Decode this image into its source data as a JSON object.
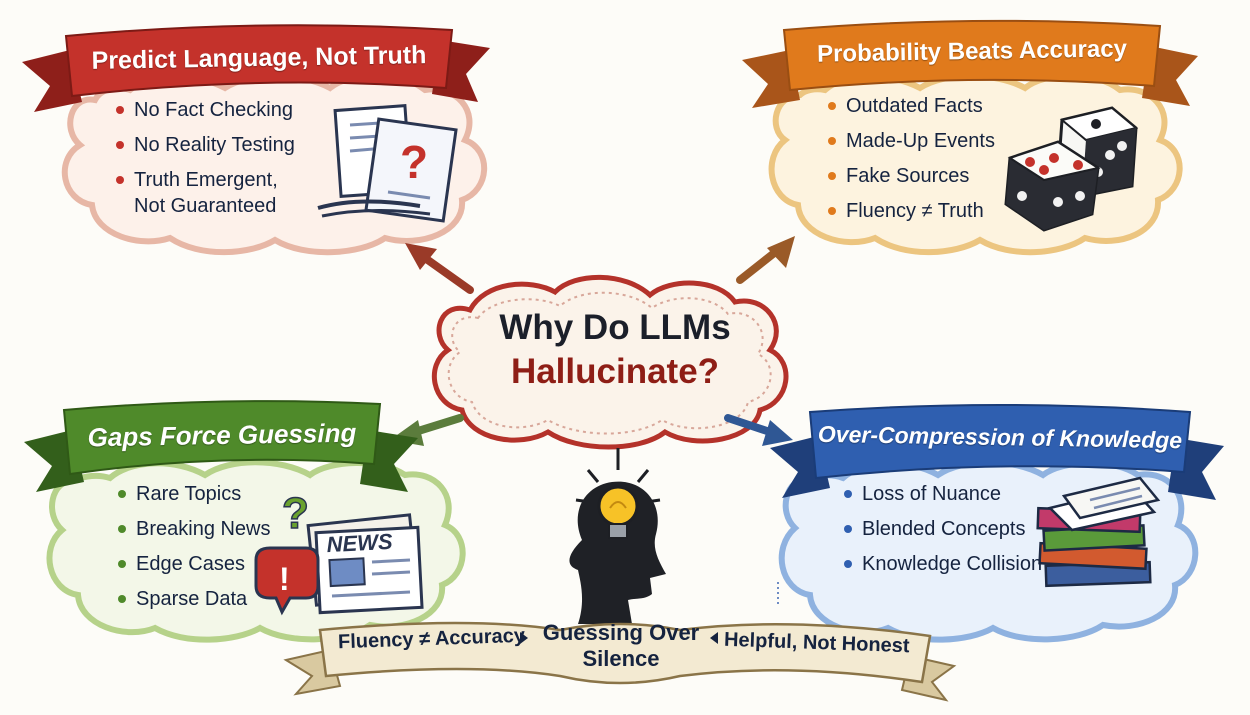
{
  "center": {
    "line1": "Why Do LLMs",
    "line2": "Hallucinate?"
  },
  "panels": {
    "top_left": {
      "title": "Predict Language, Not Truth",
      "color": "#c4322b",
      "items": [
        "No Fact Checking",
        "No Reality Testing",
        "Truth Emergent,\nNot Guaranteed"
      ],
      "illustration": "question-document-icon"
    },
    "top_right": {
      "title": "Probability Beats Accuracy",
      "color": "#e07a1c",
      "items": [
        "Outdated Facts",
        "Made-Up Events",
        "Fake Sources",
        "Fluency ≠ Truth"
      ],
      "illustration": "dice-icon"
    },
    "bottom_left": {
      "title": "Gaps Force Guessing",
      "color": "#4f8a2a",
      "items": [
        "Rare Topics",
        "Breaking News",
        "Edge Cases",
        "Sparse Data"
      ],
      "illustration": "newspaper-icon",
      "newspaper_label": "NEWS"
    },
    "bottom_right": {
      "title": "Over-Compression of Knowledge",
      "color": "#2f5fb0",
      "items": [
        "Loss of Nuance",
        "Blended Concepts",
        "Knowledge Collision"
      ],
      "illustration": "book-stack-icon"
    }
  },
  "bottom_ribbon": {
    "left": "Fluency ≠ Accuracy",
    "center": "Guessing Over\nSilence",
    "right": "Helpful, Not Honest"
  }
}
